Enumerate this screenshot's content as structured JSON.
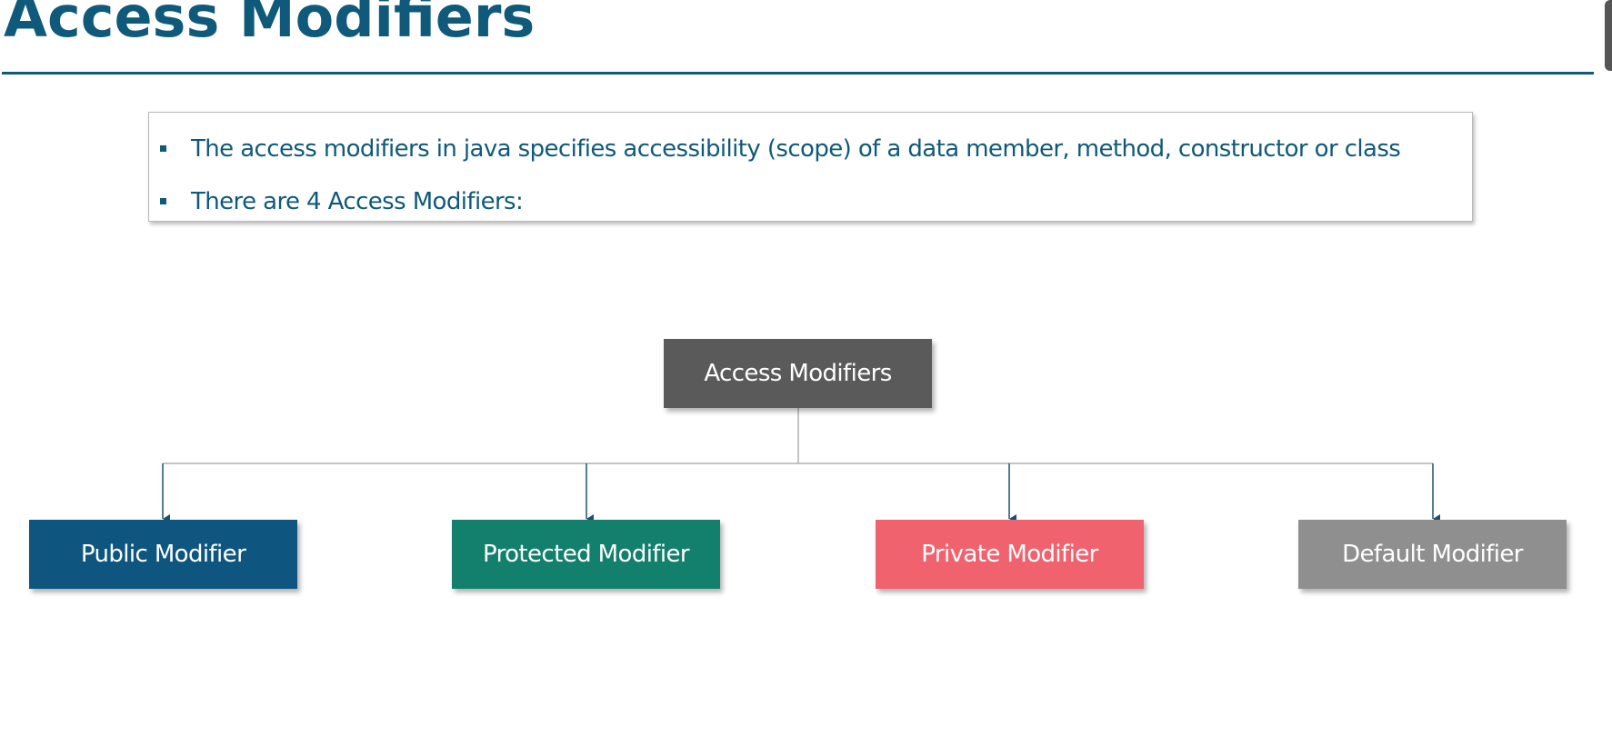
{
  "slide": {
    "title": "Access Modifiers",
    "bullets": [
      "The access modifiers in java specifies accessibility (scope) of a data member, method, constructor or class",
      "There are 4 Access Modifiers:"
    ]
  },
  "diagram": {
    "root": {
      "label": "Access Modifiers",
      "color": "#5a5a5a"
    },
    "children": [
      {
        "label": "Public Modifier",
        "color": "#0e5680"
      },
      {
        "label": "Protected Modifier",
        "color": "#12806c"
      },
      {
        "label": "Private Modifier",
        "color": "#f0626e"
      },
      {
        "label": "Default Modifier",
        "color": "#8f8f8f"
      }
    ]
  },
  "colors": {
    "title": "#0f5a7a",
    "bullet_text": "#0f5a7a",
    "connector_trunk": "#b0b0b0",
    "connector_arrow": "#1f4f6b"
  }
}
